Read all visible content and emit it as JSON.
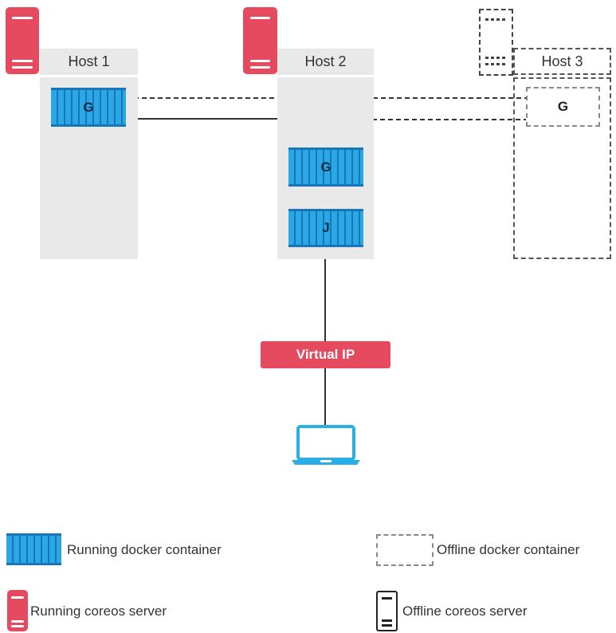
{
  "hosts": [
    {
      "label": "Host 1"
    },
    {
      "label": "Host 2"
    },
    {
      "label": "Host 3"
    }
  ],
  "containers": {
    "host1_g": "G",
    "host2_g": "G",
    "host2_j": "J",
    "host3_g": "G"
  },
  "virtual_ip": "Virtual IP",
  "legend": {
    "running_container": "Running docker container",
    "offline_container": "Offline docker container",
    "running_server": "Running coreos server",
    "offline_server": "Offline coreos server"
  },
  "colors": {
    "server_red": "#e64a5e",
    "container_blue": "#2ba7e6",
    "laptop_blue": "#29aee6",
    "host_bg": "#e9e9e9"
  }
}
